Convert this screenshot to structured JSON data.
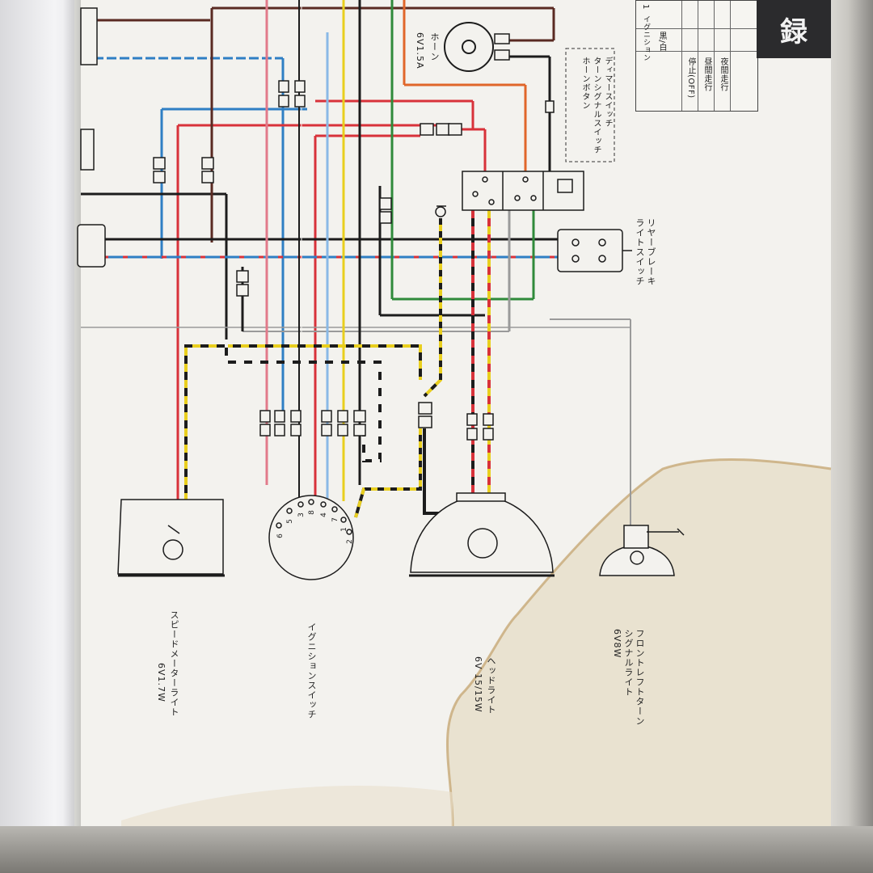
{
  "header": {
    "tab_label": "録"
  },
  "legend_table": {
    "col_header_number": "1",
    "col_header_ignition": "イグニション",
    "color_label": "黒/白",
    "rows": [
      "停止(OFF)",
      "昼間走行",
      "夜間走行"
    ]
  },
  "labels": {
    "horn_name": "ホーン",
    "horn_spec": "6V1.5A",
    "dimmer_switch": "ディマースイッチ",
    "turn_signal_switch": "ターンシグナルスイッチ",
    "horn_button": "ホーンボタン",
    "rear_brake_switch_1": "リヤーブレーキ",
    "rear_brake_switch_2": "ライトスイッチ",
    "speedometer_name": "スピードメーターライト",
    "speedometer_spec": "6V1.7W",
    "ignition_switch": "イグニションスイッチ",
    "headlight_name": "ヘッドライト",
    "headlight_spec": "6V 15/15W",
    "front_left_turn_1": "フロントレフトターン",
    "front_left_turn_2": "シグナルライト",
    "front_left_turn_spec": "6V8W"
  },
  "ignition_terminals": [
    "6",
    "5",
    "3",
    "8",
    "4",
    "7",
    "1",
    "2"
  ],
  "colors": {
    "red": "#d8323a",
    "blue": "#2f7fc4",
    "yellow": "#e9cf1e",
    "black": "#1c1c1c",
    "green": "#2f8a3a",
    "orange": "#e0662a",
    "brown": "#5a2a22",
    "pink": "#e27a8a",
    "lightblue": "#8ab9e6",
    "gray": "#9a9a9a"
  },
  "icons": [
    "connector-icon",
    "ground-icon",
    "bulb-icon"
  ]
}
